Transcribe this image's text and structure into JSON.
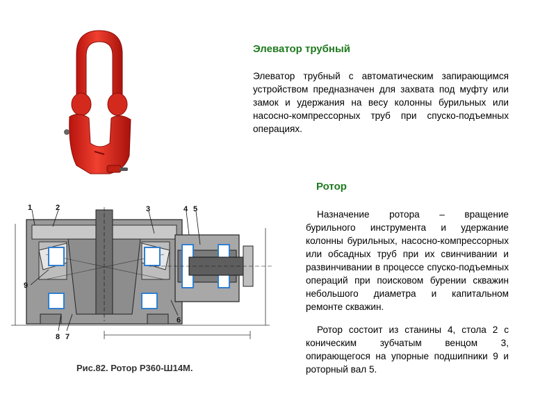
{
  "elevator": {
    "title": "Элеватор трубный",
    "description": "Элеватор трубный с автоматическим запирающимся устройством предназначен для захвата под муфту или замок и удержания на весу колонны бурильных или насосно-компрессорных труб при спуско-подъемных операциях."
  },
  "rotor": {
    "title": "Ротор",
    "purpose": "Назначение ротора – вращение бурильного инструмента и удержание колонны бурильных, насосно-компрессорных или обсадных труб при их свинчивании и развинчивании в процессе спуско-подъемных операций при поисковом бурении скважин небольшого диаметра и капитальном ремонте скважин.",
    "composition": "Ротор состоит из станины 4, стола 2 с коническим зубчатым венцом 3, опирающегося на упорные подшипники 9 и роторный вал 5.",
    "figure_caption": "Рис.82. Ротор Р360-Ш14М.",
    "callouts": [
      "1",
      "2",
      "3",
      "4",
      "5",
      "6",
      "7",
      "8",
      "9"
    ]
  },
  "colors": {
    "heading": "#1e7a1e",
    "elevator_red": "#d9261c",
    "bearing_blue": "#2f7fd0",
    "drawing_gray": "#7a7a7a"
  }
}
